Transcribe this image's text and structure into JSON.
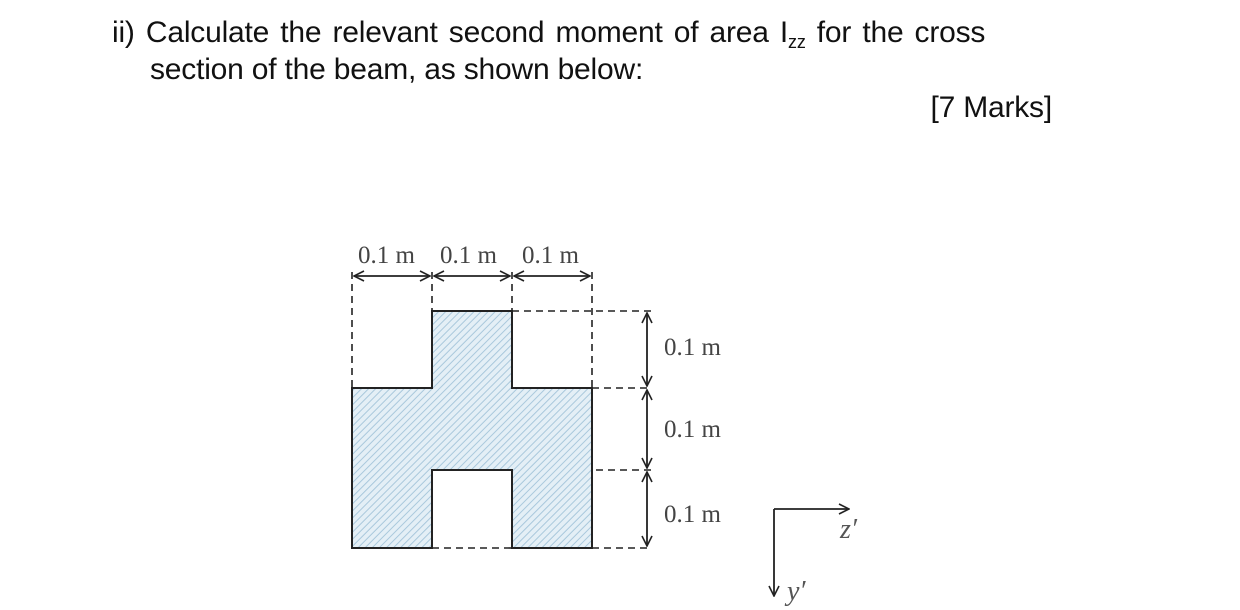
{
  "question": {
    "number": "ii)",
    "line1_before": "Calculate the relevant second moment of area I",
    "subscript": "zz",
    "line1_after": " for the cross",
    "line2": "section of the beam, as shown below:",
    "marks": "[7 Marks]"
  },
  "figure": {
    "width_dims": [
      "0.1 m",
      "0.1 m",
      "0.1 m"
    ],
    "height_dims": [
      "0.1 m",
      "0.1 m",
      "0.1 m"
    ],
    "axes": {
      "horizontal": "z′",
      "vertical": "y′"
    },
    "fill_color": "#dbe9f2",
    "hatch_color": "#a9c8dc",
    "line_color": "#222222"
  }
}
